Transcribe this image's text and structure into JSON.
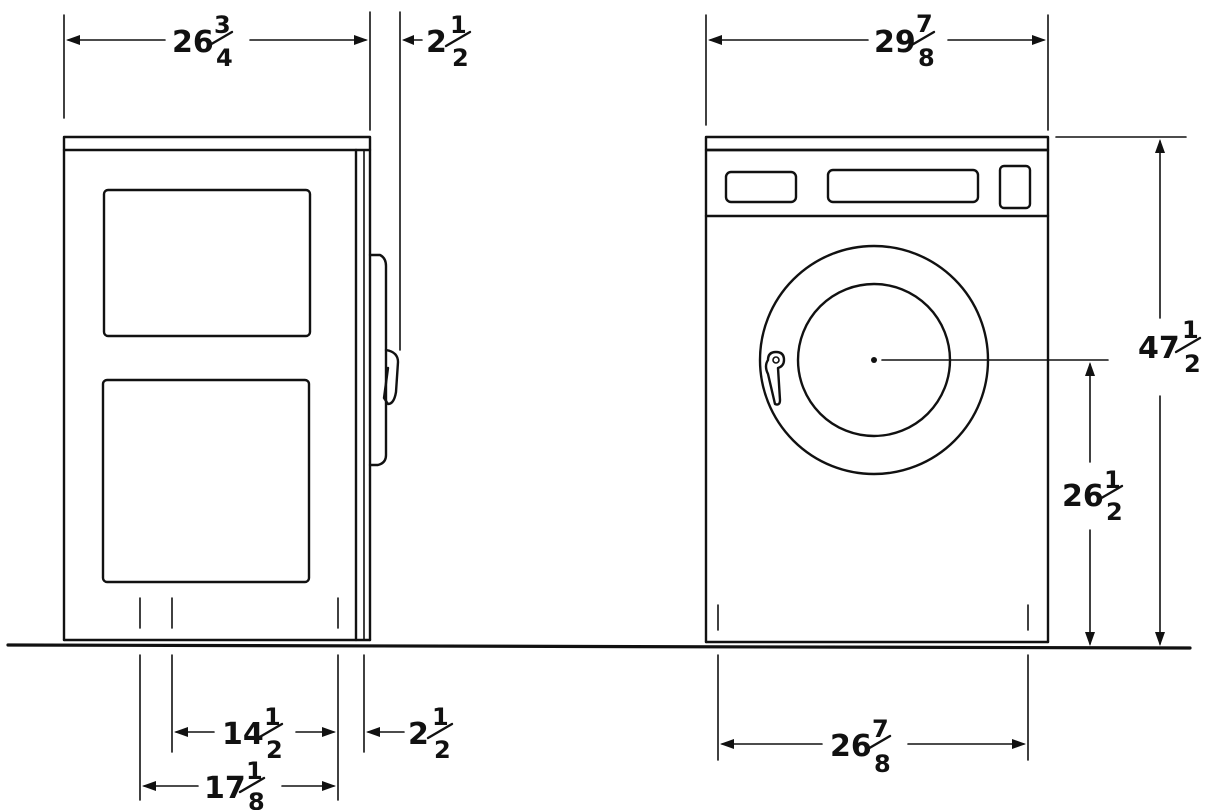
{
  "drawing": {
    "ink_color": "#111111",
    "background": "#ffffff"
  },
  "dimensions": {
    "side_depth": {
      "whole": "26",
      "num": "3",
      "den": "4"
    },
    "side_handle_projection": {
      "whole": "2",
      "num": "1",
      "den": "2"
    },
    "side_foot_spacing_inner": {
      "whole": "14",
      "num": "1",
      "den": "2"
    },
    "side_foot_rear_offset": {
      "whole": "2",
      "num": "1",
      "den": "2"
    },
    "side_foot_spacing_outer": {
      "whole": "17",
      "num": "1",
      "den": "8"
    },
    "front_top_width": {
      "whole": "29",
      "num": "7",
      "den": "8"
    },
    "front_base_width": {
      "whole": "26",
      "num": "7",
      "den": "8"
    },
    "front_height": {
      "whole": "47",
      "num": "1",
      "den": "2"
    },
    "front_door_center_height": {
      "whole": "26",
      "num": "1",
      "den": "2"
    }
  }
}
